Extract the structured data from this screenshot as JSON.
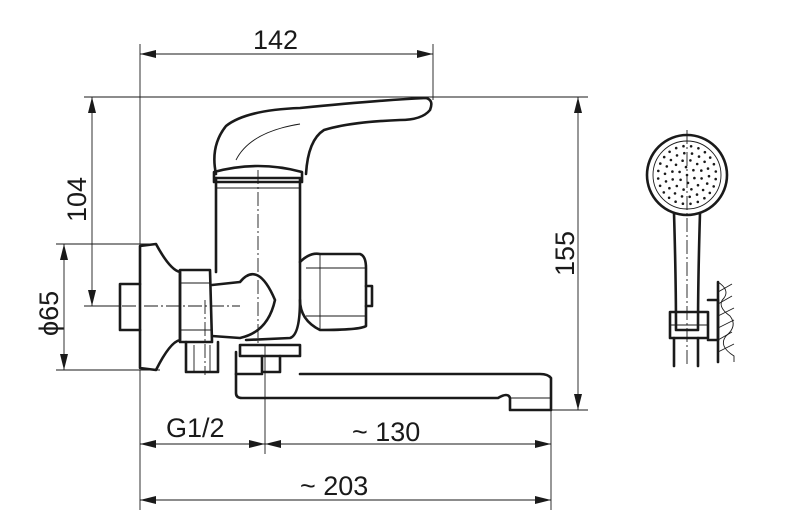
{
  "dimensions": {
    "top_width": "142",
    "height_upper": "104",
    "height_total": "155",
    "flange_diameter": "ϕ65",
    "thread": "G1/2",
    "spout_reach": "~ 130",
    "total_length": "~ 203"
  }
}
